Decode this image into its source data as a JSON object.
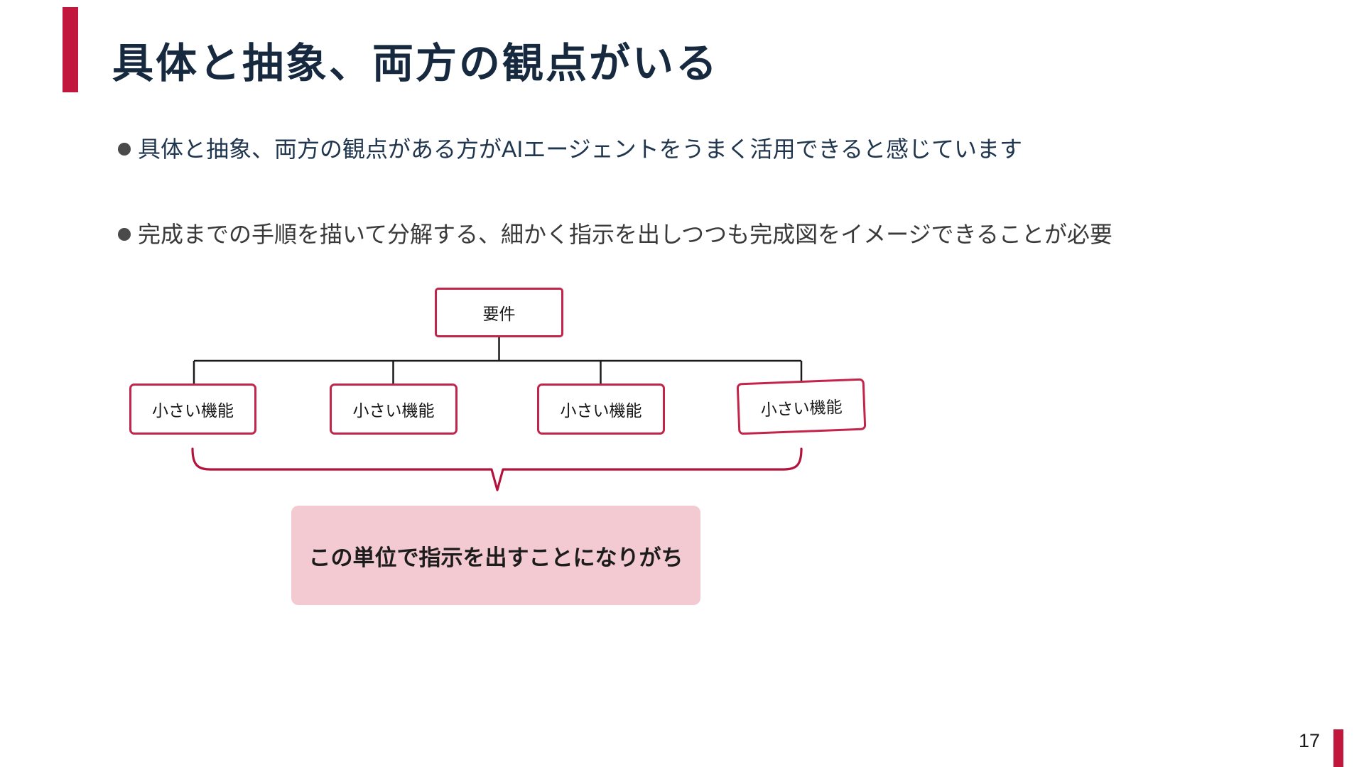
{
  "slide": {
    "title": "具体と抽象、両方の観点がいる",
    "bullets": [
      {
        "text": "具体と抽象、両方の観点がある方がAIエージェントをうまく活用できると感じています"
      },
      {
        "text": "完成までの手順を描いて分解する、細かく指示を出しつつも完成図をイメージできることが必要"
      }
    ],
    "page_number": "17"
  },
  "diagram": {
    "root_label": "要件",
    "children": [
      "小さい機能",
      "小さい機能",
      "小さい機能",
      "小さい機能"
    ],
    "annotation": "この単位で指示を出すことになりがち"
  },
  "colors": {
    "accent_red": "#C1173C",
    "box_border_red": "#C32449",
    "brace_red": "#B3123B",
    "title_navy": "#16293E",
    "bullet1_text": "#20364E",
    "bullet2_text": "#3A3A3A",
    "bullet_dot_gray": "#4A4A4A",
    "connector_black": "#1A1A1A",
    "annotation_pink_bg": "#F3CAD2"
  }
}
